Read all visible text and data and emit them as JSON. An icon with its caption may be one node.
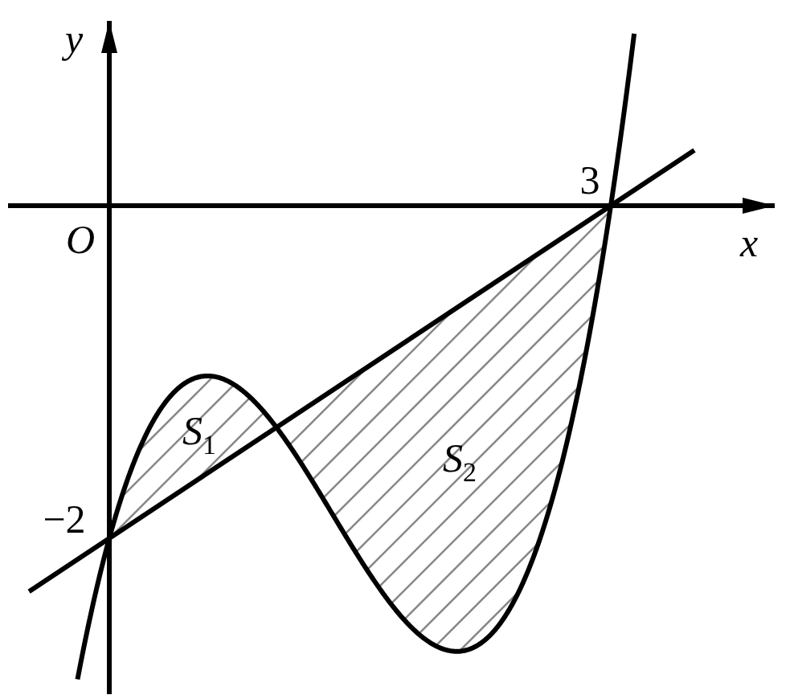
{
  "diagram": {
    "labels": [
      "y",
      "x",
      "O",
      "3",
      "−2",
      "S$_{1}$",
      "S$_{2}$"
    ]
  }
}
